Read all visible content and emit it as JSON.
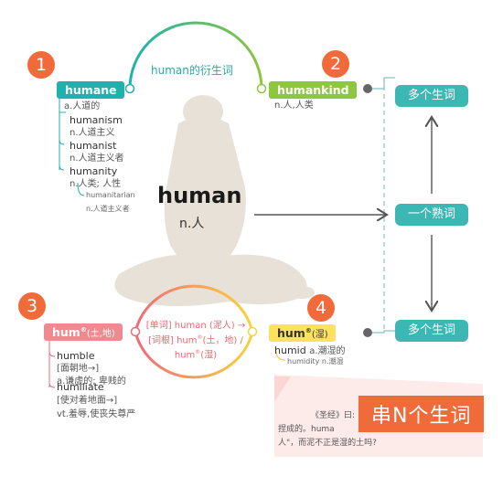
{
  "nodes": {
    "n1": {
      "num": "1",
      "root": "humane",
      "meaning": "a.人道的",
      "words": [
        {
          "word": "humanism",
          "meaning": "n.人道主义"
        },
        {
          "word": "humanist",
          "meaning": "n.人道主义者"
        },
        {
          "word": "humanity",
          "meaning": "n.人类; 人性"
        }
      ],
      "sub": {
        "word": "humanitarian",
        "meaning": "n.人道主义者"
      }
    },
    "n2": {
      "num": "2",
      "root": "humankind",
      "meaning": "n.人,人类"
    },
    "n3": {
      "num": "3",
      "root": "hum",
      "sup": "®",
      "gloss": "(土,地)",
      "words": [
        {
          "word": "humble",
          "note": "[面朝地→]",
          "meaning": "a.谦虚的; 卑贱的"
        },
        {
          "word": "humiliate",
          "note": "[使对着地面→]",
          "meaning": "vt.羞辱,使丧失尊严"
        }
      ]
    },
    "n4": {
      "num": "4",
      "root": "hum",
      "sup": "®",
      "gloss": "(湿)",
      "word": {
        "word": "humid",
        "meaning": "a.潮湿的"
      },
      "sub": {
        "word": "humidity",
        "meaning": "n.潮湿"
      }
    }
  },
  "center": {
    "word": "human",
    "meaning": "n.人"
  },
  "top_arc_title": "human的衍生词",
  "middle": {
    "line1": "[单词] human (泥人) →",
    "line2": "[词根] hum",
    "line2_sup": "®",
    "line2_rest": "(土，地) /",
    "line3": "hum",
    "line3_sup": "®",
    "line3_rest": "(湿)"
  },
  "right": {
    "top": "多个生词",
    "middle": "一个熟词",
    "bottom": "多个生词"
  },
  "banner": "串N个生词",
  "quote": {
    "line1": "《圣经》曰:",
    "line2": "捏成的。huma",
    "line3": "人\"，而泥不正是湿的土吗?"
  },
  "colors": {
    "orange": "#f06a3a",
    "teal": "#1fb2ad",
    "green": "#8dc63f",
    "pink": "#ef8a8f",
    "yellow": "#fde35d"
  }
}
